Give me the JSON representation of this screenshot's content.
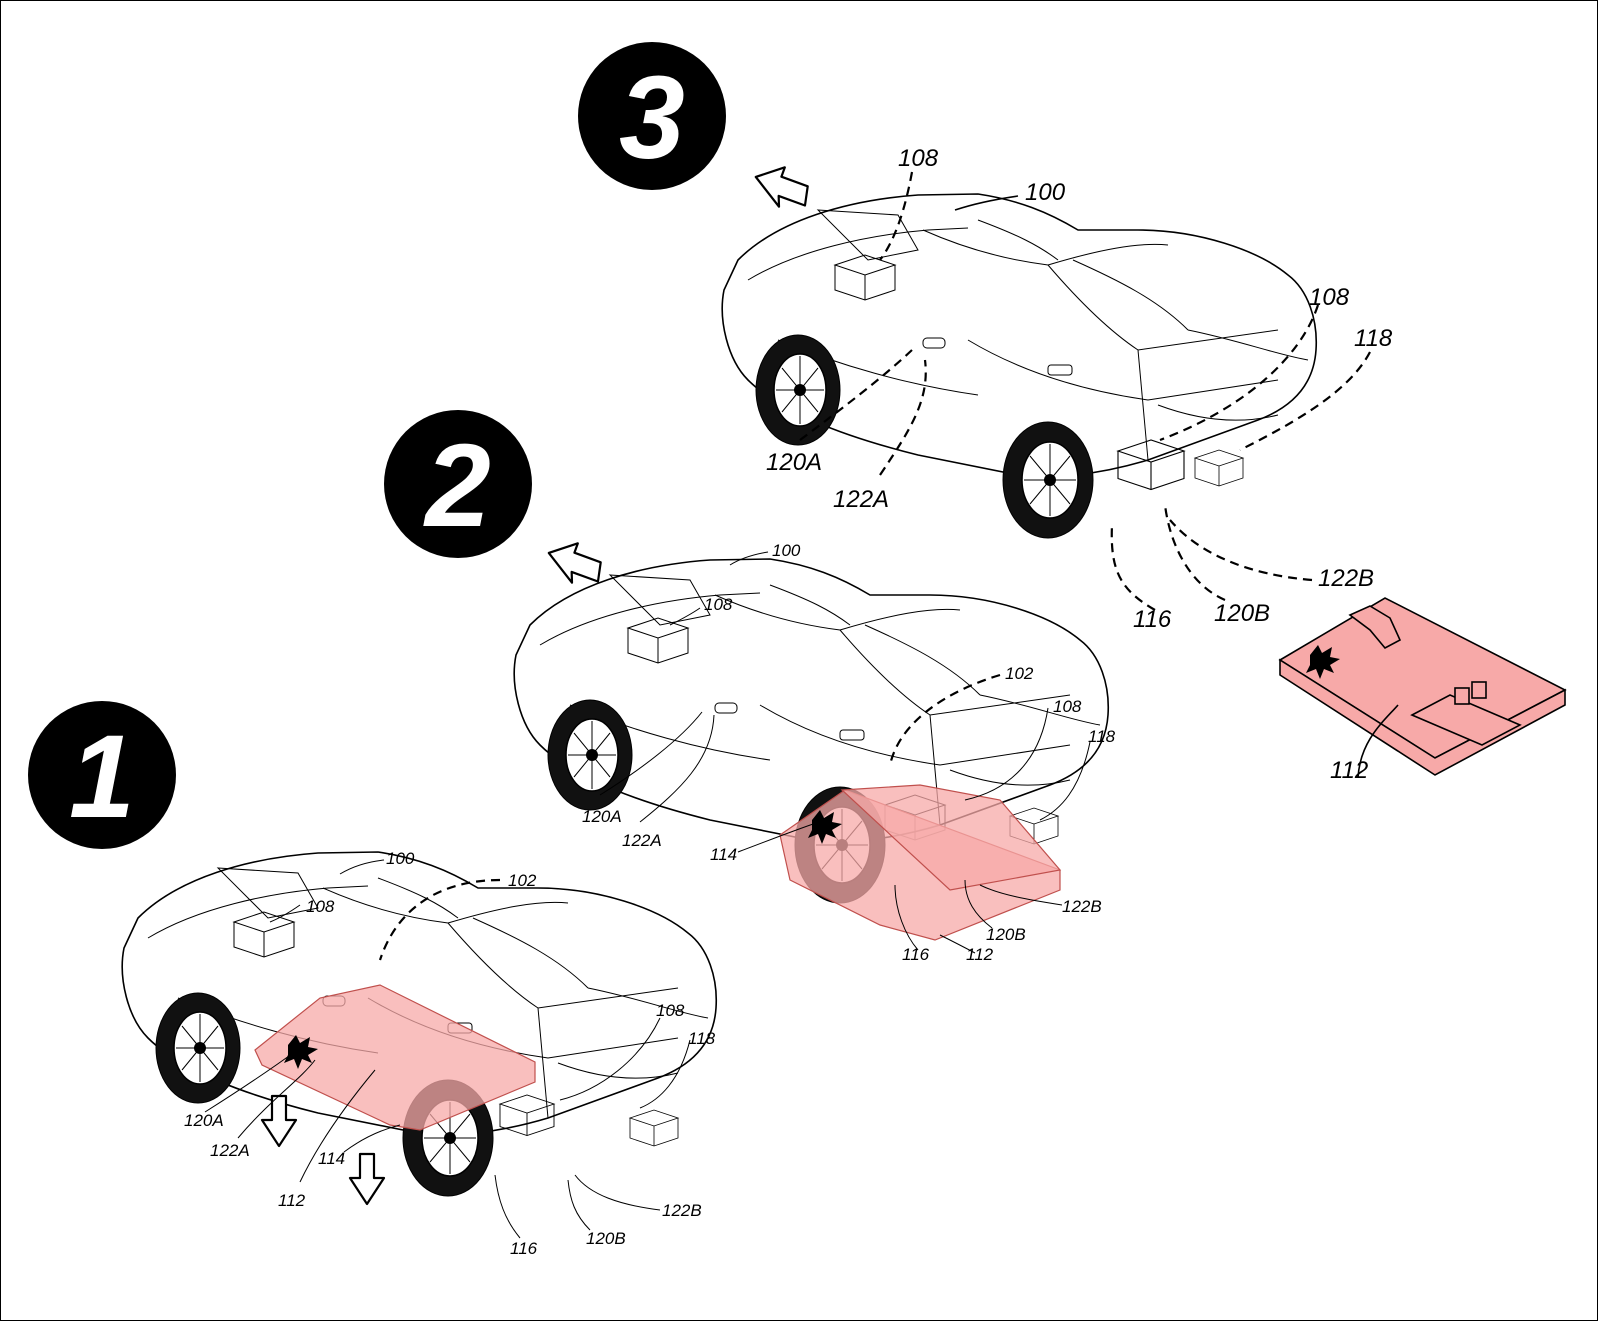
{
  "steps": [
    "1",
    "2",
    "3"
  ],
  "colors": {
    "battery_pack": "#f7a9a8",
    "step_badge": "#000000"
  },
  "stage1": {
    "labels": {
      "vehicle": "100",
      "cabin_arrow": "102",
      "module_front": "108",
      "module_rear": "108",
      "rear_connector": "118",
      "connector_120a": "120A",
      "connector_122a": "122A",
      "pack": "112",
      "rail": "114",
      "rear_opening": "116",
      "connector_120b": "120B",
      "connector_122b": "122B"
    }
  },
  "stage2": {
    "labels": {
      "vehicle": "100",
      "module_front": "108",
      "cabin_arrow": "102",
      "module_rear": "108",
      "rear_connector": "118",
      "connector_120a": "120A",
      "connector_122a": "122A",
      "rail": "114",
      "connector_122b": "122B",
      "connector_120b": "120B",
      "rear_opening": "116",
      "pack": "112"
    }
  },
  "stage3": {
    "labels": {
      "module_front": "108",
      "vehicle": "100",
      "module_rear": "108",
      "rear_connector": "118",
      "connector_120a": "120A",
      "connector_122a": "122A",
      "connector_122b": "122B",
      "connector_120b": "120B",
      "rear_opening": "116",
      "pack": "112"
    }
  }
}
